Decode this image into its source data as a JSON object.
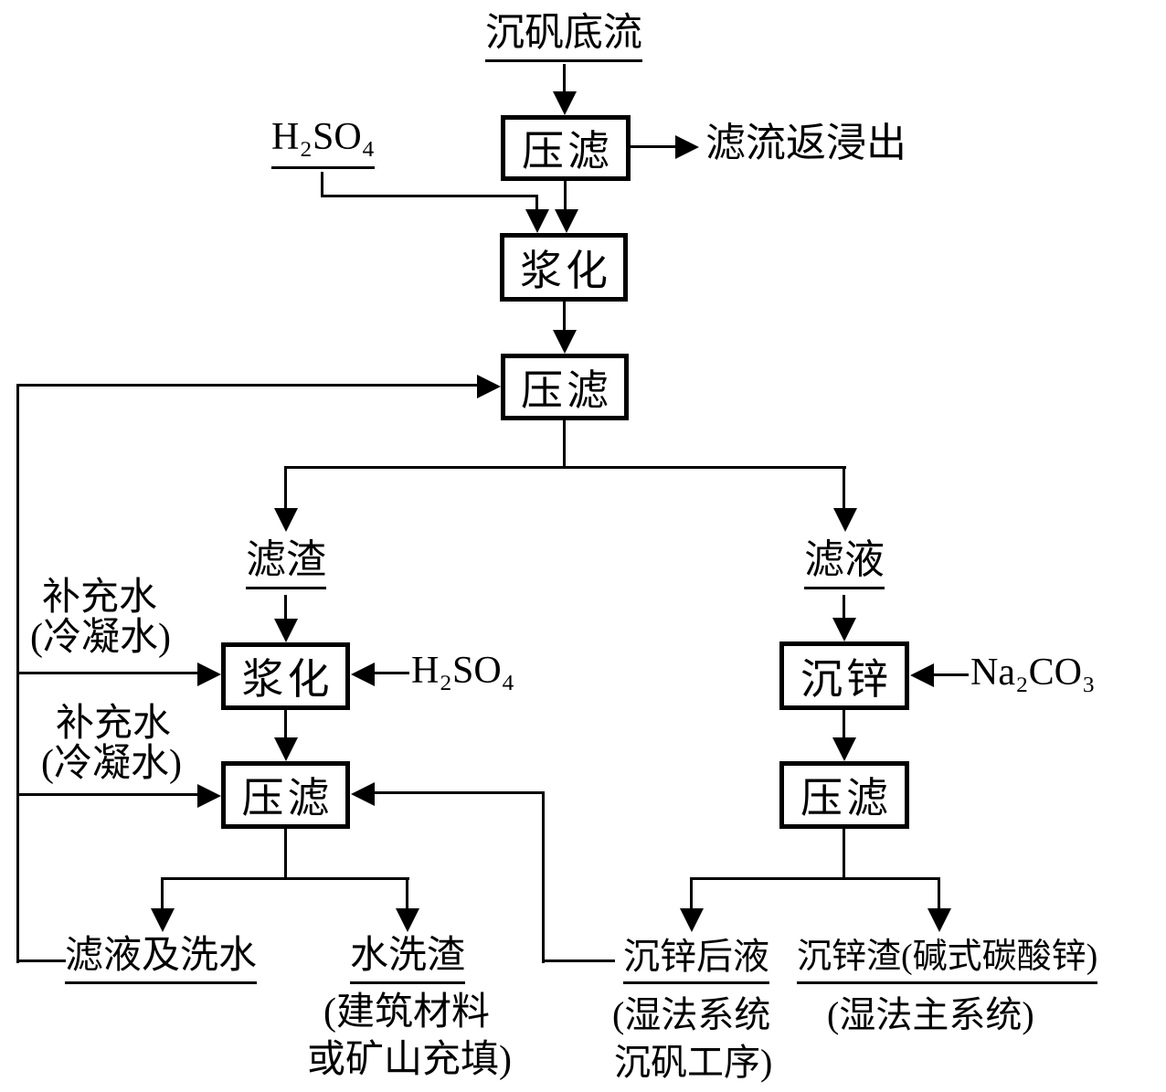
{
  "flowchart": {
    "source": "沉矾底流",
    "boxes": {
      "filter_top": "压滤",
      "slurry_top": "浆化",
      "filter_mid": "压滤",
      "slurry_left": "浆化",
      "filter_left": "压滤",
      "zinc_precipitation": "沉锌",
      "filter_right": "压滤"
    },
    "reagents": {
      "h2so4_top": "H₂SO₄",
      "h2so4_left": "H₂SO₄",
      "na2co3": "Na₂CO₃",
      "makeup_water_top": "补充水",
      "makeup_water_top_note": "(冷凝水)",
      "makeup_water_bottom": "补充水",
      "makeup_water_bottom_note": "(冷凝水)"
    },
    "streams": {
      "filtrate_return_leach": "滤流返浸出",
      "filter_residue": "滤渣",
      "filtrate": "滤液",
      "filtrate_and_wash_water": "滤液及洗水",
      "water_washed_residue": "水洗渣",
      "water_washed_residue_note1": "(建筑材料",
      "water_washed_residue_note2": "或矿山充填)",
      "zinc_precip_liquor": "沉锌后液",
      "zinc_precip_liquor_note1": "(湿法系统",
      "zinc_precip_liquor_note2": "沉矾工序)",
      "zinc_precip_residue": "沉锌渣(碱式碳酸锌)",
      "zinc_precip_residue_note": "(湿法主系统)"
    }
  }
}
